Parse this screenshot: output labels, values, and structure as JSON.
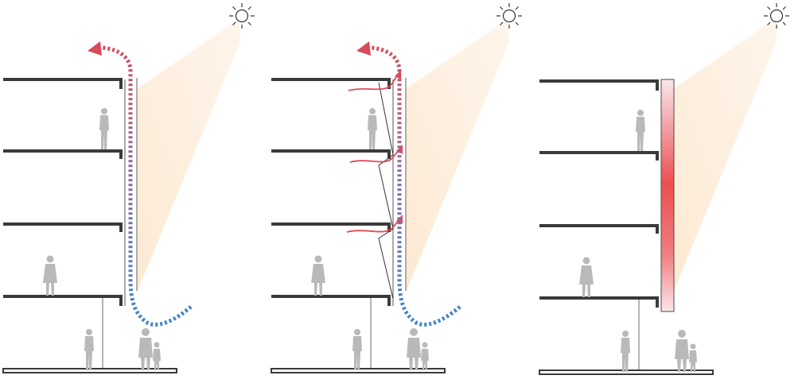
{
  "diagrams": [
    {
      "id": "panel-1",
      "facade": "double-skin-single-cavity",
      "interior_vents": false
    },
    {
      "id": "panel-2",
      "facade": "double-skin-with-floor-vents",
      "interior_vents": true
    },
    {
      "id": "panel-3",
      "facade": "solid-heated-panel",
      "interior_vents": false
    }
  ],
  "colors": {
    "slab": "#3a3a3a",
    "person": "#b9b9b9",
    "sunlight": "#fdeedd",
    "air_hot": "#d84a5a",
    "air_mid": "#8a6aa2",
    "air_cool": "#3f86c8",
    "interior_airflow": "#e14b55",
    "panel_heat": "#ee4a4a",
    "panel_edge": "#f8dfe3"
  },
  "icons": [
    "sun-icon",
    "airflow-arrow-icon",
    "person-silhouette-icon"
  ]
}
